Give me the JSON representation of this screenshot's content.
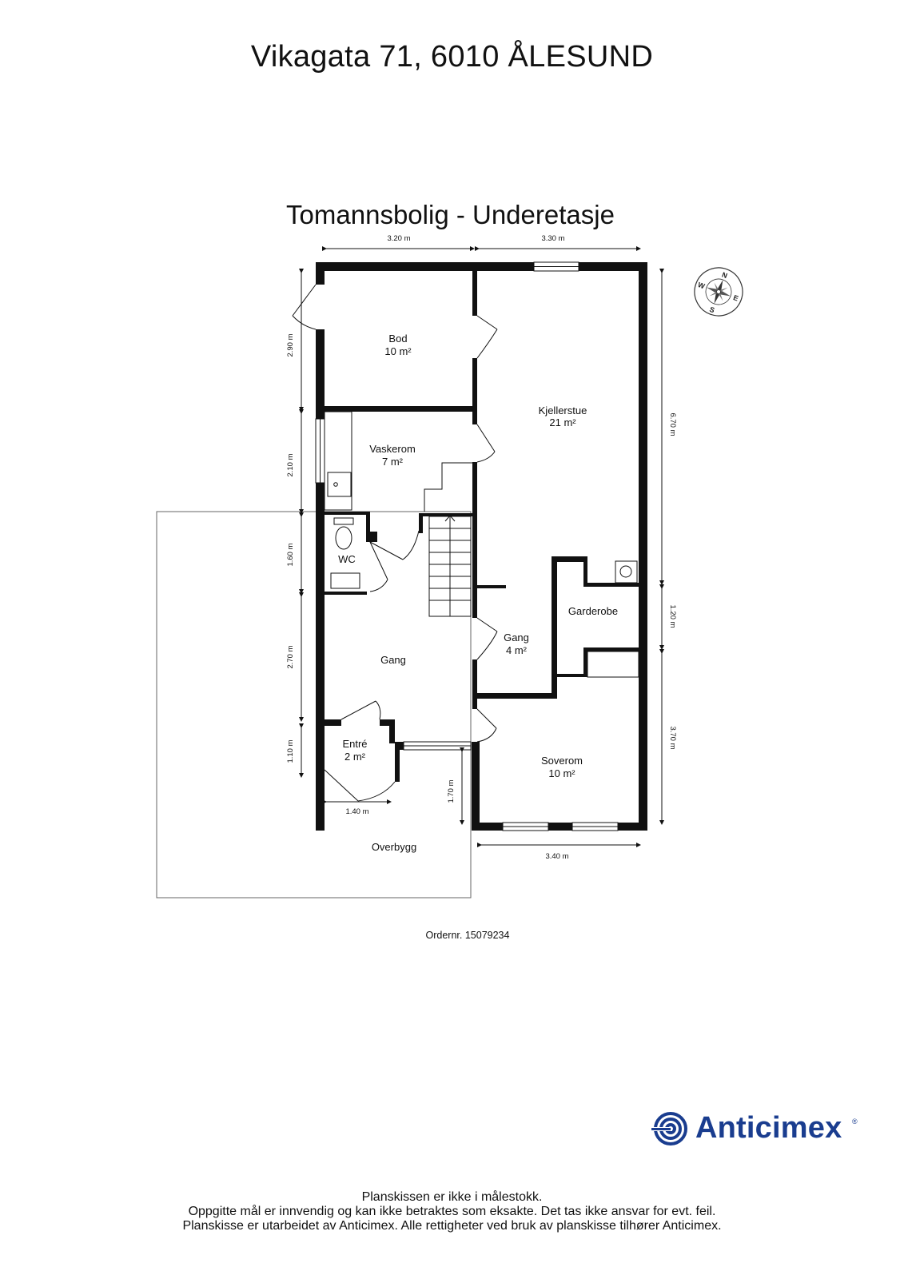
{
  "header": {
    "address": "Vikagata 71, 6010 ÅLESUND",
    "plan_title": "Tomannsbolig - Underetasje"
  },
  "rooms": {
    "bod": {
      "name": "Bod",
      "area": "10 m²"
    },
    "kjellerstue": {
      "name": "Kjellerstue",
      "area": "21 m²"
    },
    "vaskerom": {
      "name": "Vaskerom",
      "area": "7 m²"
    },
    "wc": {
      "name": "WC"
    },
    "garderobe": {
      "name": "Garderobe"
    },
    "gang_small": {
      "name": "Gang",
      "area": "4 m²"
    },
    "gang": {
      "name": "Gang"
    },
    "entre": {
      "name": "Entré",
      "area": "2 m²"
    },
    "soverom": {
      "name": "Soverom",
      "area": "10 m²"
    },
    "overbygg": {
      "name": "Overbygg"
    }
  },
  "dimensions": {
    "top_left": "3.20 m",
    "top_right": "3.30 m",
    "left_1": "2.90 m",
    "left_2": "2.10 m",
    "left_3": "1.60 m",
    "left_4": "2.70 m",
    "left_5": "1.10 m",
    "right_1": "6.70 m",
    "right_2": "1.20 m",
    "right_3": "3.70 m",
    "entre_width": "1.40 m",
    "porch_depth": "1.70 m",
    "bottom": "3.40 m"
  },
  "compass": {
    "n": "N",
    "e": "E",
    "s": "S",
    "w": "W"
  },
  "order": "Ordernr. 15079234",
  "footer": {
    "line1": "Planskissen er ikke i målestokk.",
    "line2": "Oppgitte mål er innvendig og kan ikke betraktes som eksakte. Det tas ikke ansvar for evt. feil.",
    "line3": "Planskisse er utarbeidet av Anticimex. Alle rettigheter ved bruk av planskisse tilhører Anticimex."
  },
  "brand": {
    "name": "Anticimex",
    "reg": "®",
    "color": "#1a3d8f"
  }
}
